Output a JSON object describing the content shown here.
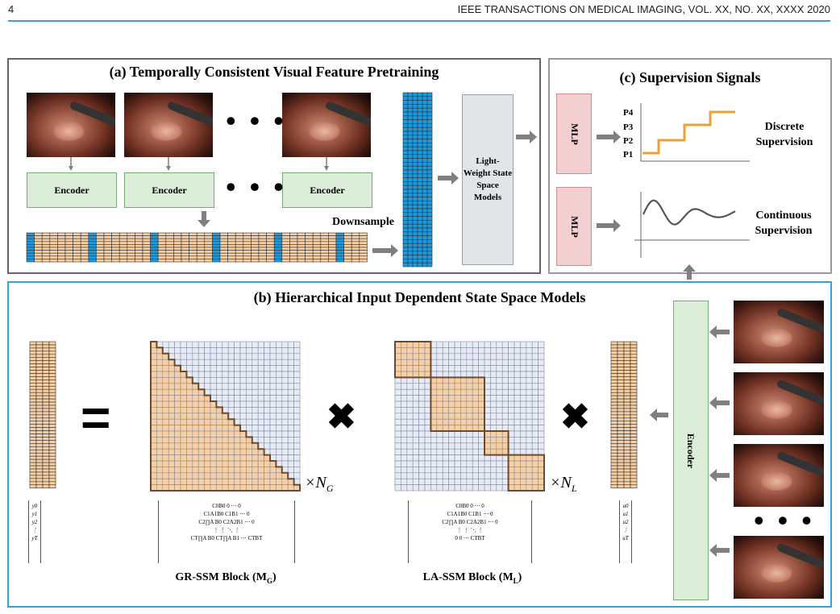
{
  "header": {
    "page_number": "4",
    "journal": "IEEE TRANSACTIONS ON MEDICAL IMAGING, VOL. XX, NO. XX, XXXX 2020"
  },
  "panel_a": {
    "title": "(a) Temporally Consistent Visual Feature Pretraining",
    "encoder_label": "Encoder",
    "dots": "• • •",
    "downsample_label": "Downsample",
    "ssm_label": "Light-Weight State Space Models"
  },
  "panel_c": {
    "title": "(c) Supervision Signals",
    "mlp_label": "MLP",
    "phase_ticks": [
      "P4",
      "P3",
      "P2",
      "P1"
    ],
    "discrete_label": "Discrete Supervision",
    "continuous_label": "Continuous Supervision"
  },
  "panel_b": {
    "title": "(b) Hierarchical Input Dependent State Space Models",
    "equals": "=",
    "times": "✖",
    "factor_g": "×N",
    "factor_g_sub": "G",
    "factor_l": "×N",
    "factor_l_sub": "L",
    "y_vector": [
      "y0",
      "y1",
      "y2",
      "⋮",
      "yT"
    ],
    "u_vector": [
      "u0",
      "u1",
      "u2",
      "⋮",
      "uT"
    ],
    "gr_matrix": [
      "C0B0   0   ⋯   0",
      "C1A1B0   C1B1   ⋯   0",
      "C2∏A B0   C2A2B1   ⋯   0",
      "⋮   ⋮   ⋱   ⋮",
      "CT∏A B0   CT∏A B1   ⋯   CTBT"
    ],
    "la_matrix": [
      "C0B0   0   ⋯   0",
      "C1A1B0   C1B1   ⋯   0",
      "C2∏A B0   C2A2B1   ⋯   0",
      "⋮   ⋮   ⋱   ⋮",
      "0   0   ⋯   CTBT"
    ],
    "gr_caption": "GR-SSM Block (M",
    "gr_caption_sub": "G",
    "la_caption": "LA-SSM Block (M",
    "la_caption_sub": "L",
    "encoder_label": "Encoder",
    "dots": "• • •"
  },
  "colors": {
    "tan": "#f7cfa4",
    "blue": "#1a9be0",
    "light_blue": "#e6ebf8",
    "frame_blue": "#3aa0d8",
    "orange": "#e8a23a",
    "arrow": "#7f7f7f"
  }
}
